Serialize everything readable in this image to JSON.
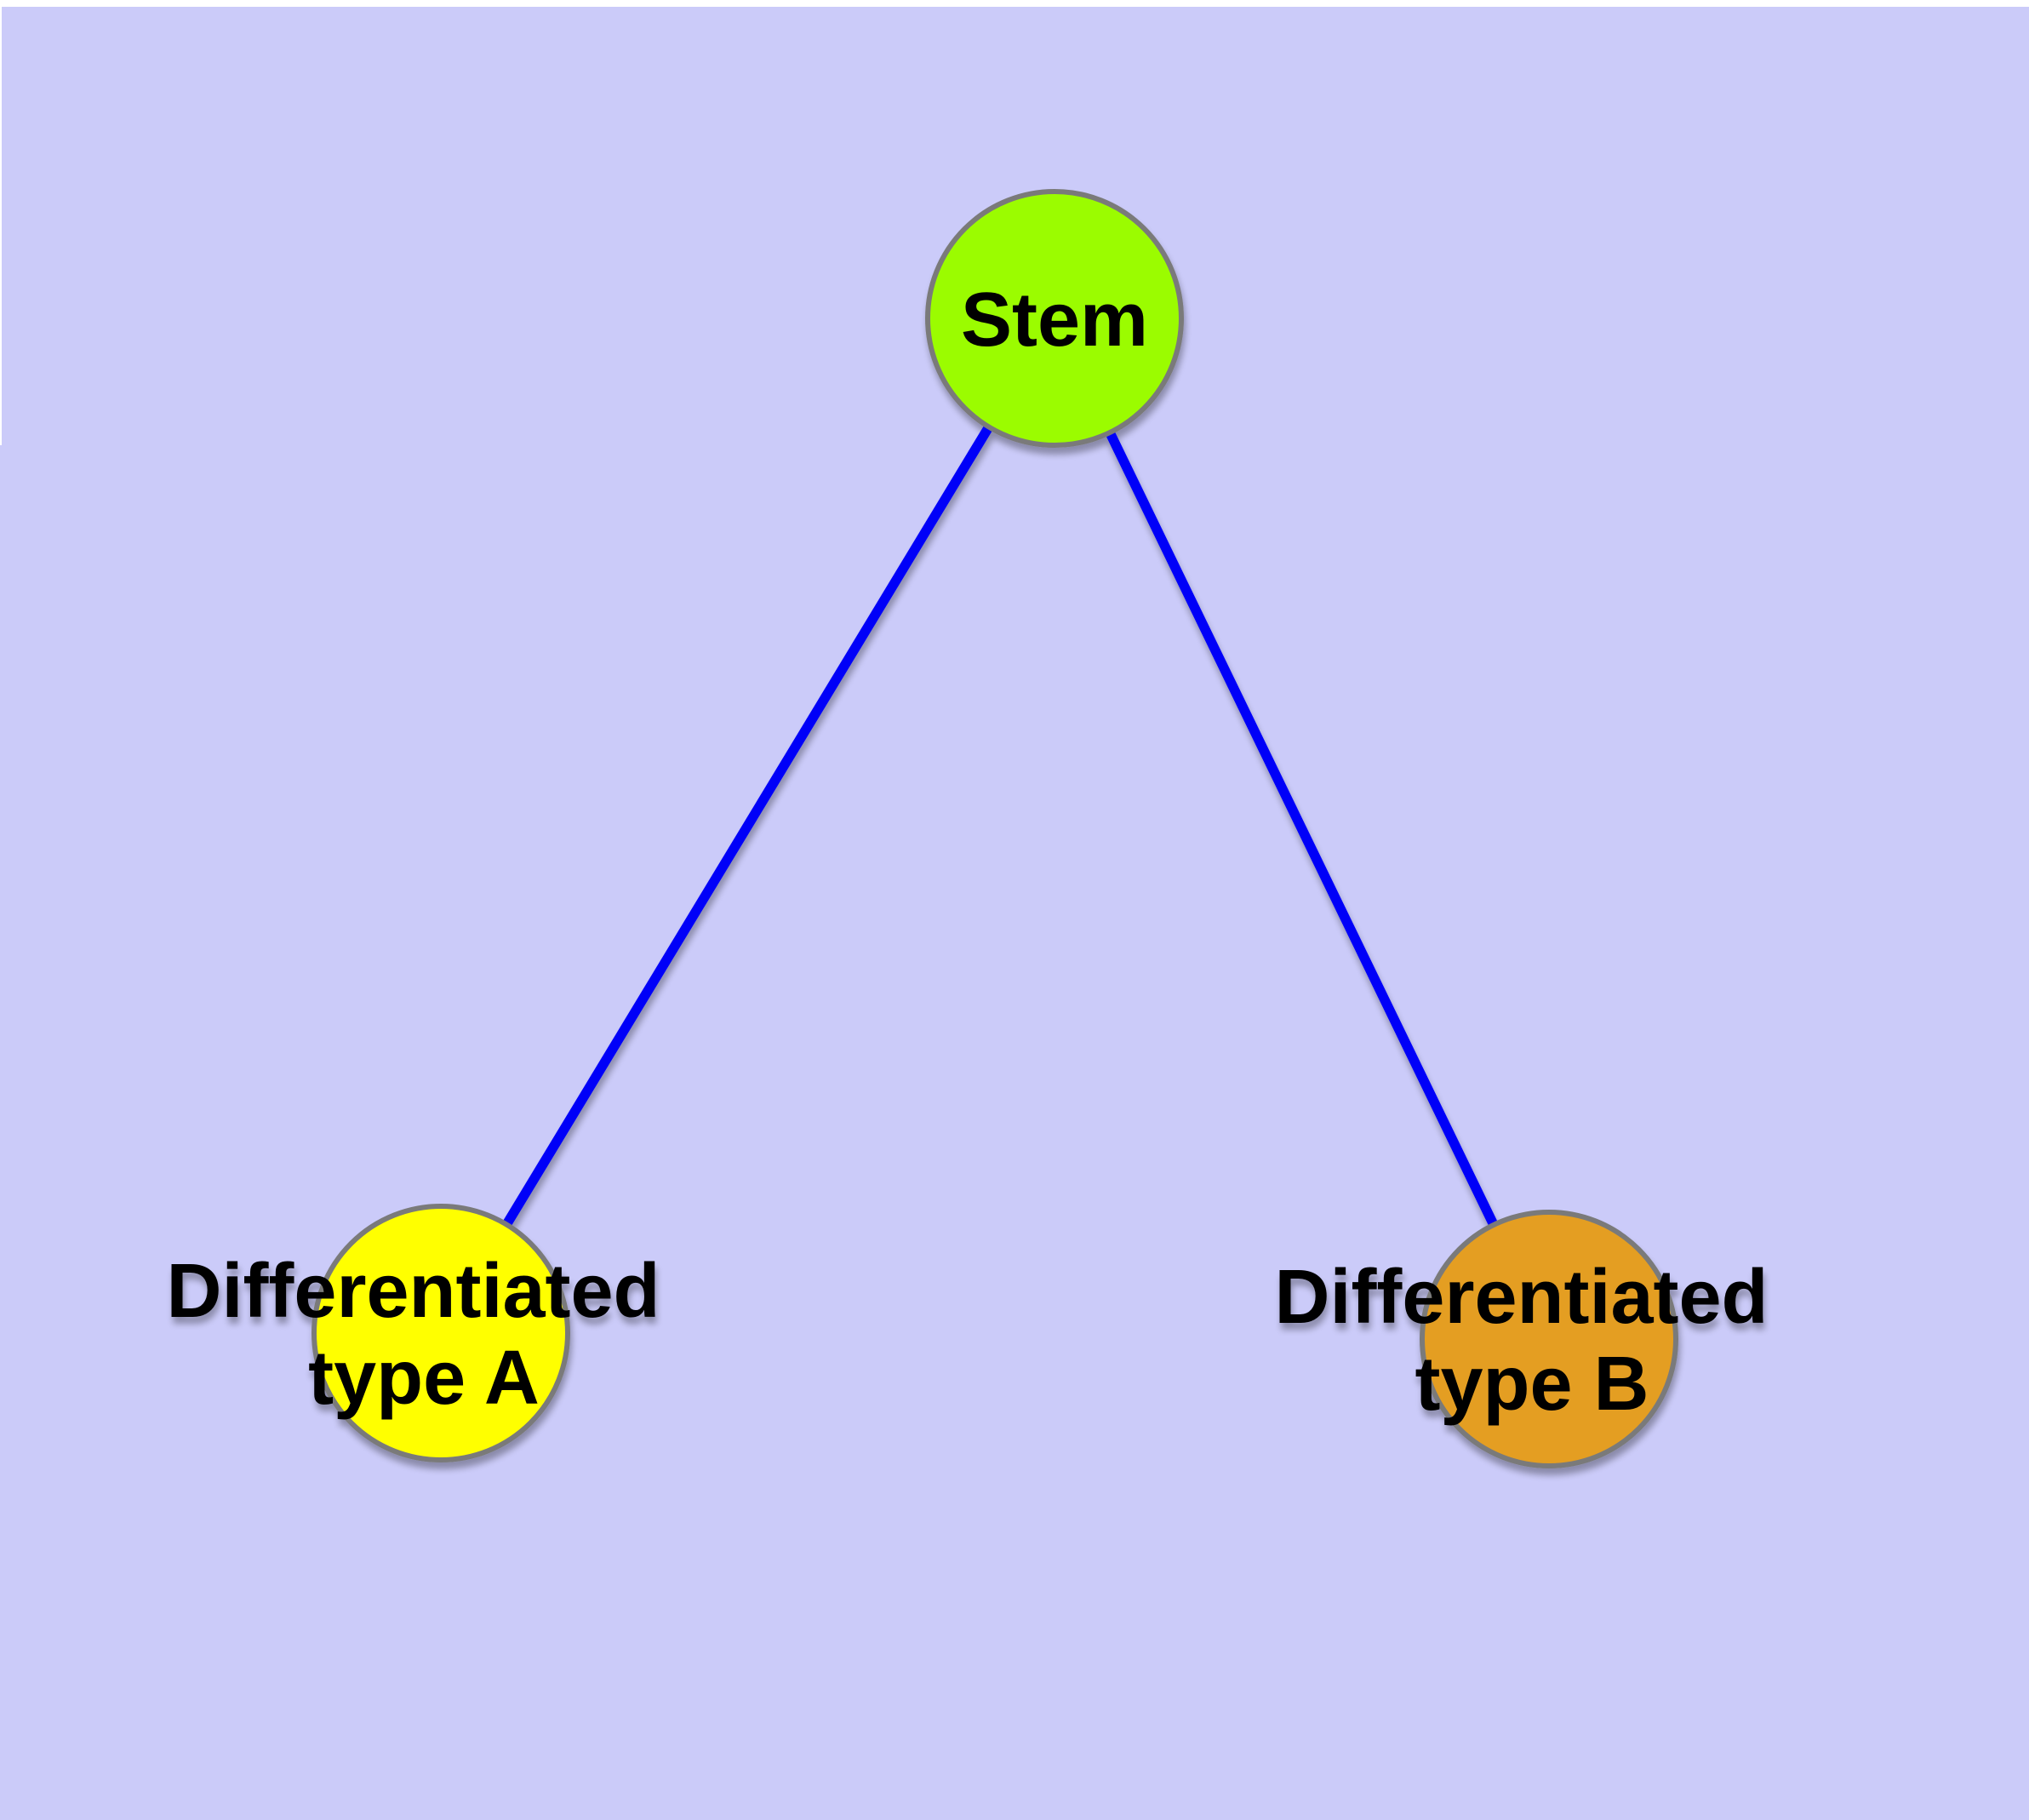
{
  "diagram": {
    "type": "graph",
    "description_labels": {
      "root": "Stem",
      "child_a_line1": "Differentiated",
      "child_a_line2": "type A",
      "child_b_line1": "Differentiated",
      "child_b_line2": "type B"
    }
  },
  "colors": {
    "background": "#CBCBF9",
    "margin": "#FFFFFF",
    "edge": "#0404F8",
    "node_border": "#7A7A7A",
    "label_text": "#000000",
    "stem_fill": "#9BFC00",
    "type_a_fill": "#FFFF00",
    "type_b_fill": "#E49E21"
  },
  "nodes": {
    "stem": {
      "label": "Stem",
      "color": "#9BFC00"
    },
    "type_a": {
      "label": "Differentiated type A",
      "label_line1": "Differentiated",
      "label_line2": "type A",
      "color": "#FFFF00"
    },
    "type_b": {
      "label": "Differentiated type B",
      "label_line1": "Differentiated",
      "label_line2": "type B",
      "color": "#E49E21"
    }
  },
  "edges": [
    {
      "from": "Stem",
      "to": "Differentiated type A"
    },
    {
      "from": "Stem",
      "to": "Differentiated type B"
    }
  ]
}
